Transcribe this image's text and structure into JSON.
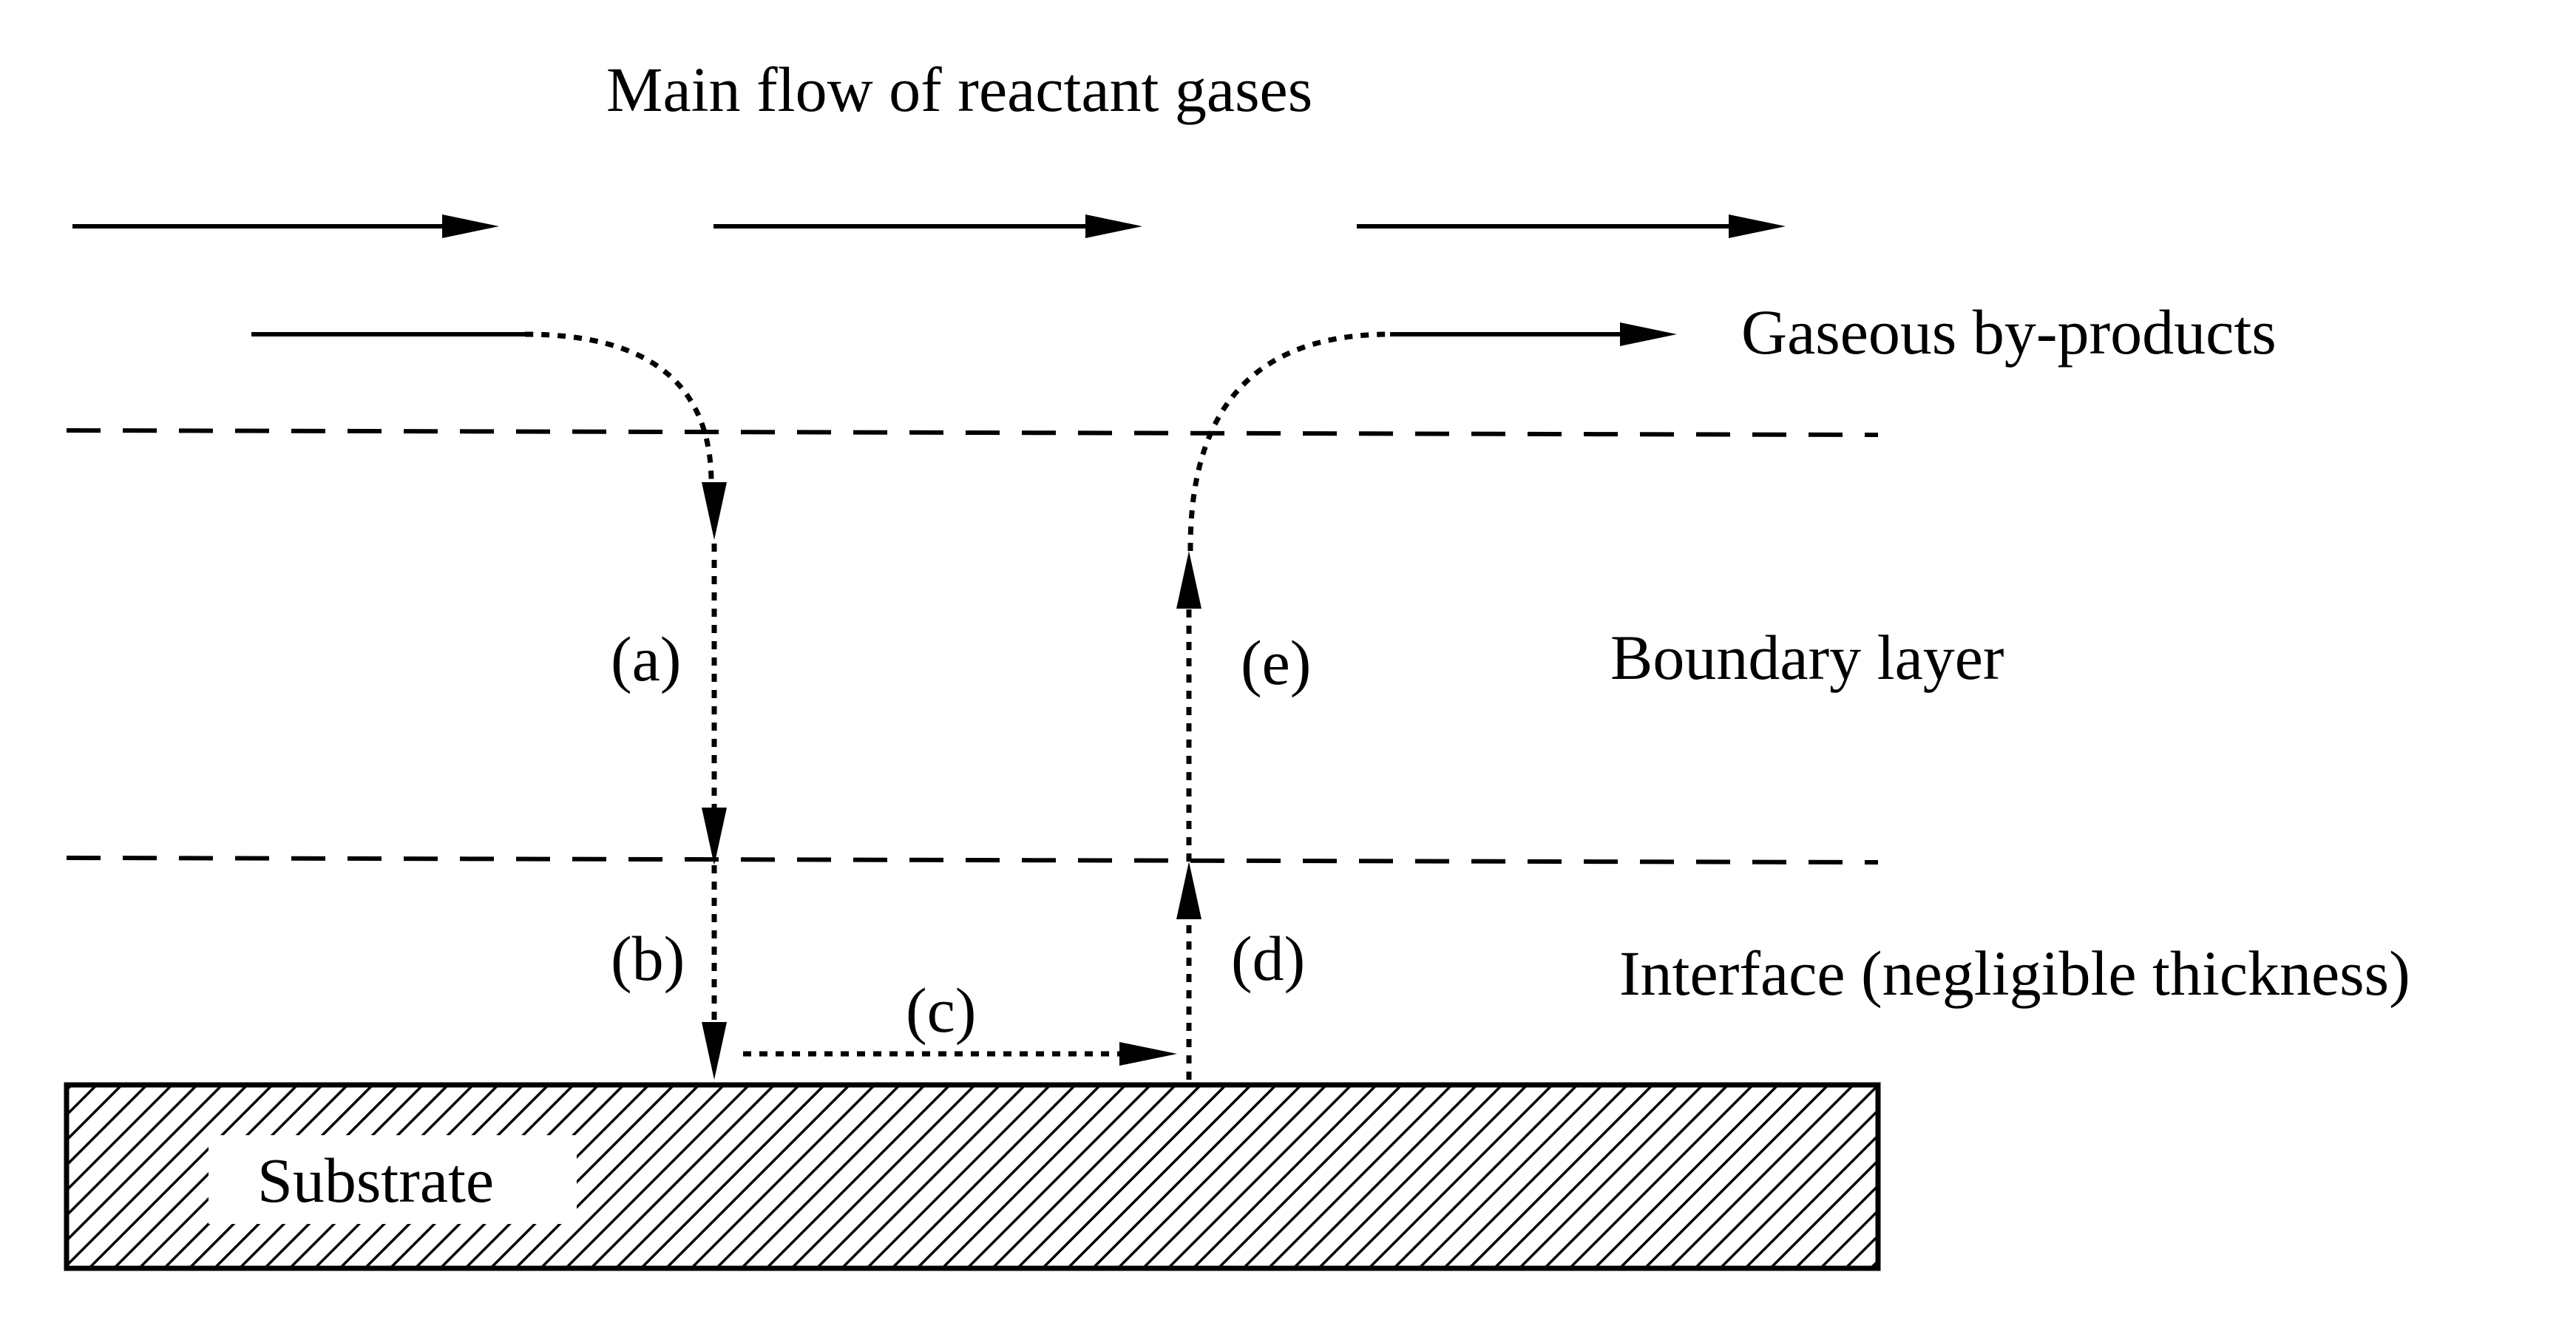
{
  "labels": {
    "main_flow": "Main flow of reactant gases",
    "byproducts": "Gaseous by-products",
    "boundary_layer": "Boundary layer",
    "interface": "Interface (negligible thickness)",
    "substrate": "Substrate"
  },
  "steps": {
    "a": "(a)",
    "b": "(b)",
    "c": "(c)",
    "d": "(d)",
    "e": "(e)"
  },
  "colors": {
    "line": "#000000",
    "background": "#ffffff"
  },
  "icons": {
    "flow_arrow": "right-arrow-icon",
    "substrate_fill": "diagonal-hatch"
  }
}
